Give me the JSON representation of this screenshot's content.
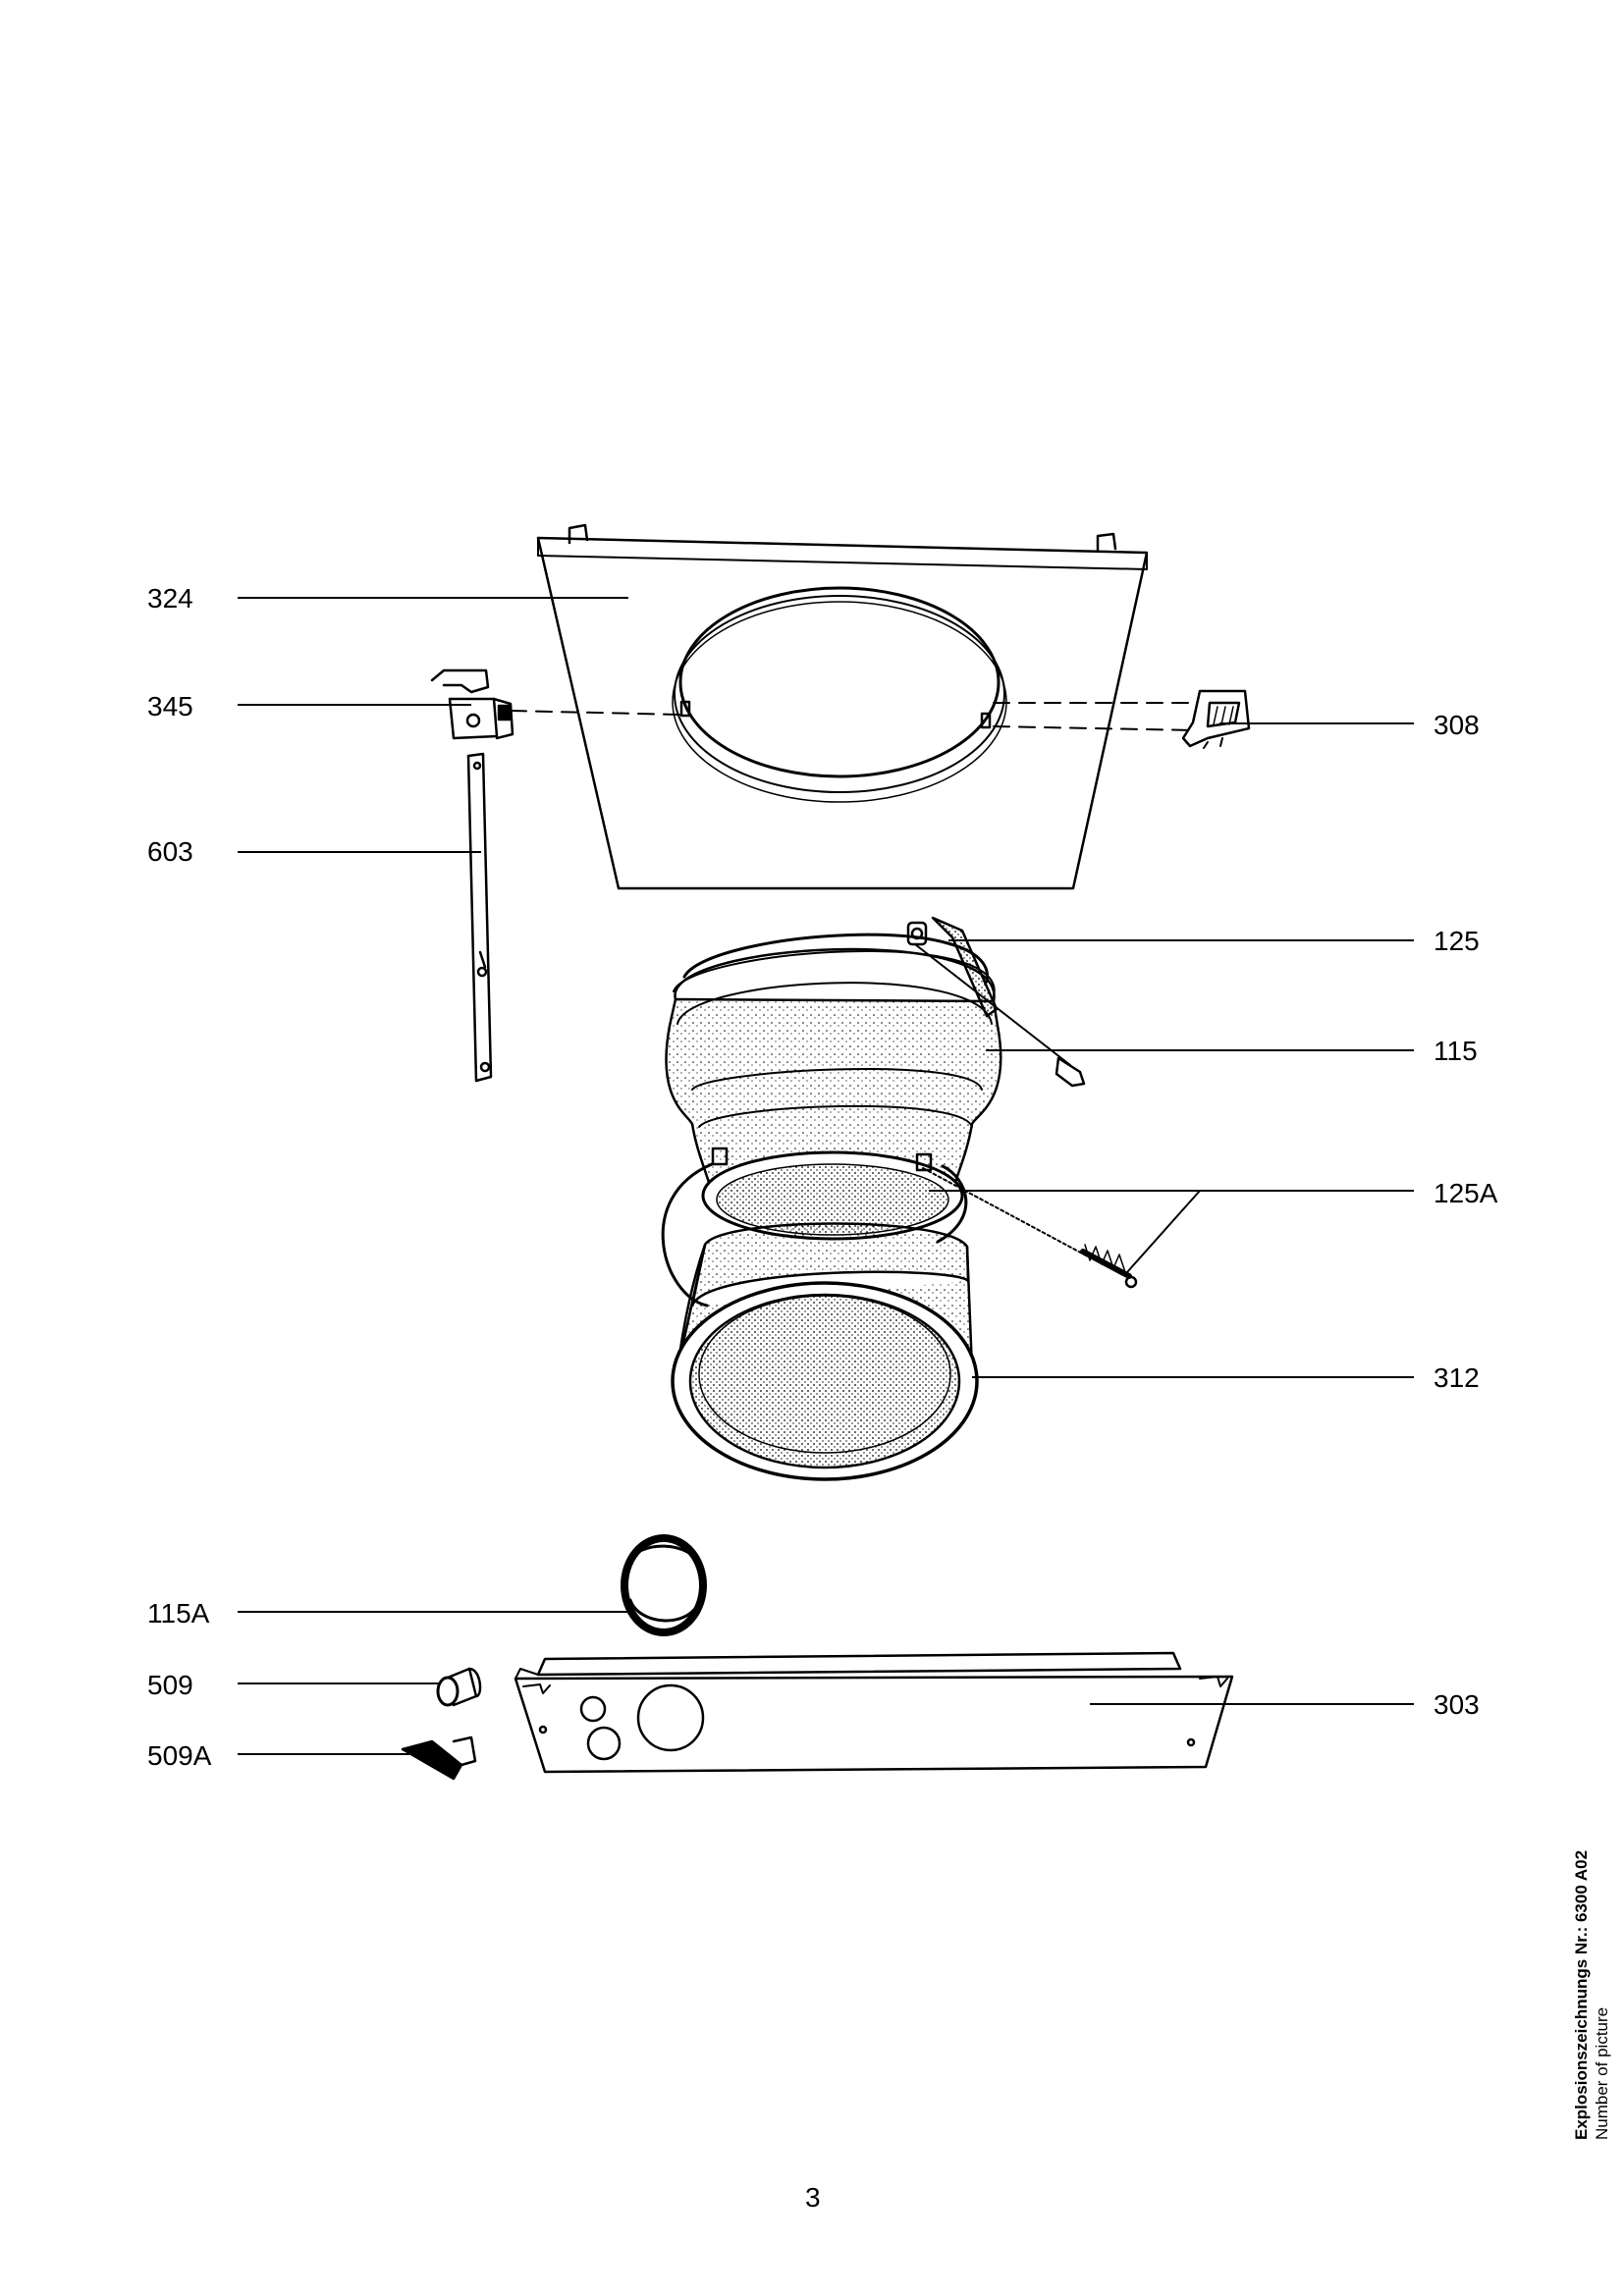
{
  "callouts": {
    "p324": "324",
    "p345": "345",
    "p603": "603",
    "p308": "308",
    "p125": "125",
    "p115": "115",
    "p125A": "125A",
    "p312": "312",
    "p115A": "115A",
    "p509": "509",
    "p509A": "509A",
    "p303": "303"
  },
  "page_number": "3",
  "caption": {
    "line1": "Explosionszeichnungs Nr.: 6300 A02",
    "line2": "Number of picture"
  }
}
